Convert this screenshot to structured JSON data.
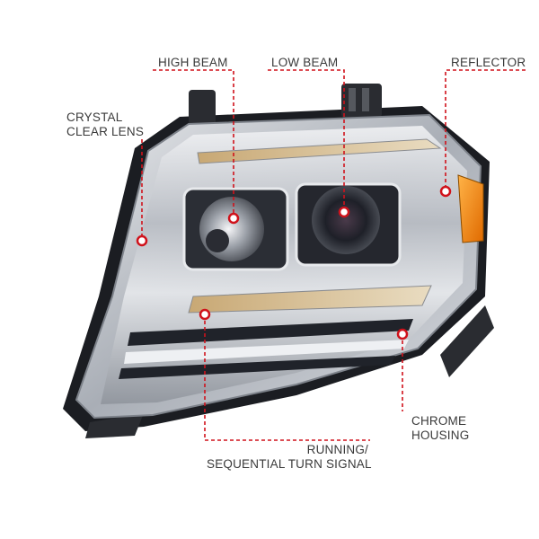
{
  "labels": {
    "high_beam": "HIGH BEAM",
    "low_beam": "LOW BEAM",
    "reflector": "REFLECTOR",
    "crystal_line1": "CRYSTAL",
    "crystal_line2": "CLEAR LENS",
    "chrome_line1": "CHROME",
    "chrome_line2": "HOUSING",
    "running_line1": "RUNNING/",
    "running_line2": "SEQUENTIAL TURN SIGNAL"
  },
  "colors": {
    "callout_red": "#d0121b",
    "label_text": "#3a3a3a",
    "amber": "#f08a12",
    "chrome": "#c9ccd1",
    "housing_dark": "#1b1d22"
  }
}
